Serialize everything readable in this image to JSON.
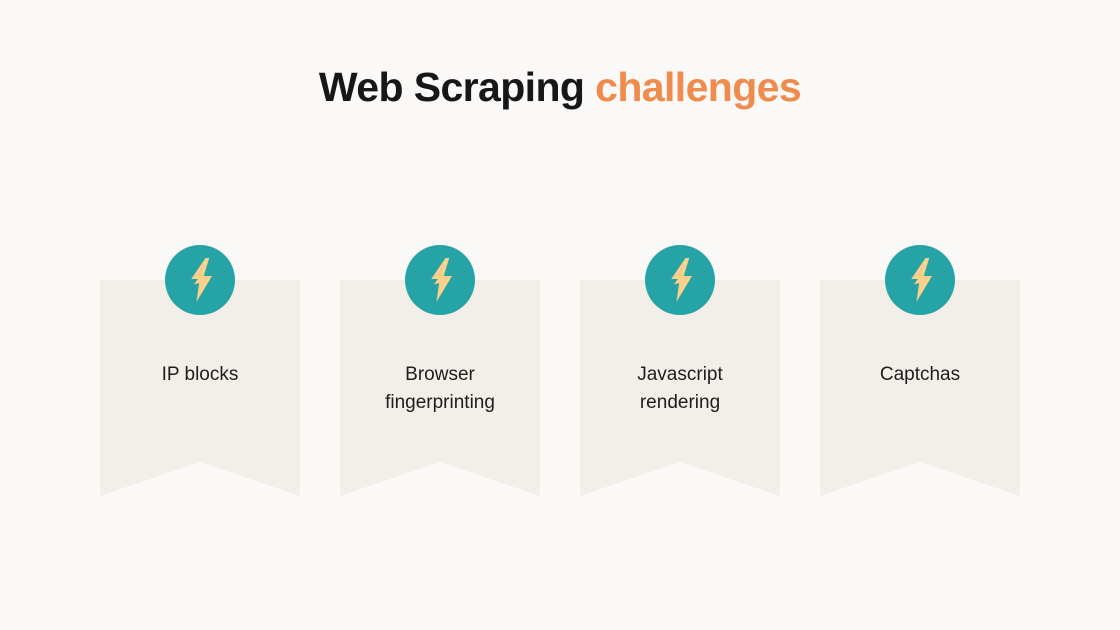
{
  "slide": {
    "background_color": "#faf9f7",
    "title": {
      "main_text": "Web Scraping ",
      "accent_text": "challenges",
      "main_color": "#17171a",
      "accent_color": "#ef8b4c"
    }
  },
  "theme": {
    "card_background": "#f2efe8",
    "icon_circle_color": "#26a3a5",
    "icon_bolt_color": "#fad18c",
    "label_color": "#1d1d1f"
  },
  "cards": [
    {
      "label": "IP blocks",
      "icon": "lightning-bolt-icon"
    },
    {
      "label": "Browser\nfingerprinting",
      "icon": "lightning-bolt-icon"
    },
    {
      "label": "Javascript\nrendering",
      "icon": "lightning-bolt-icon"
    },
    {
      "label": "Captchas",
      "icon": "lightning-bolt-icon"
    }
  ]
}
